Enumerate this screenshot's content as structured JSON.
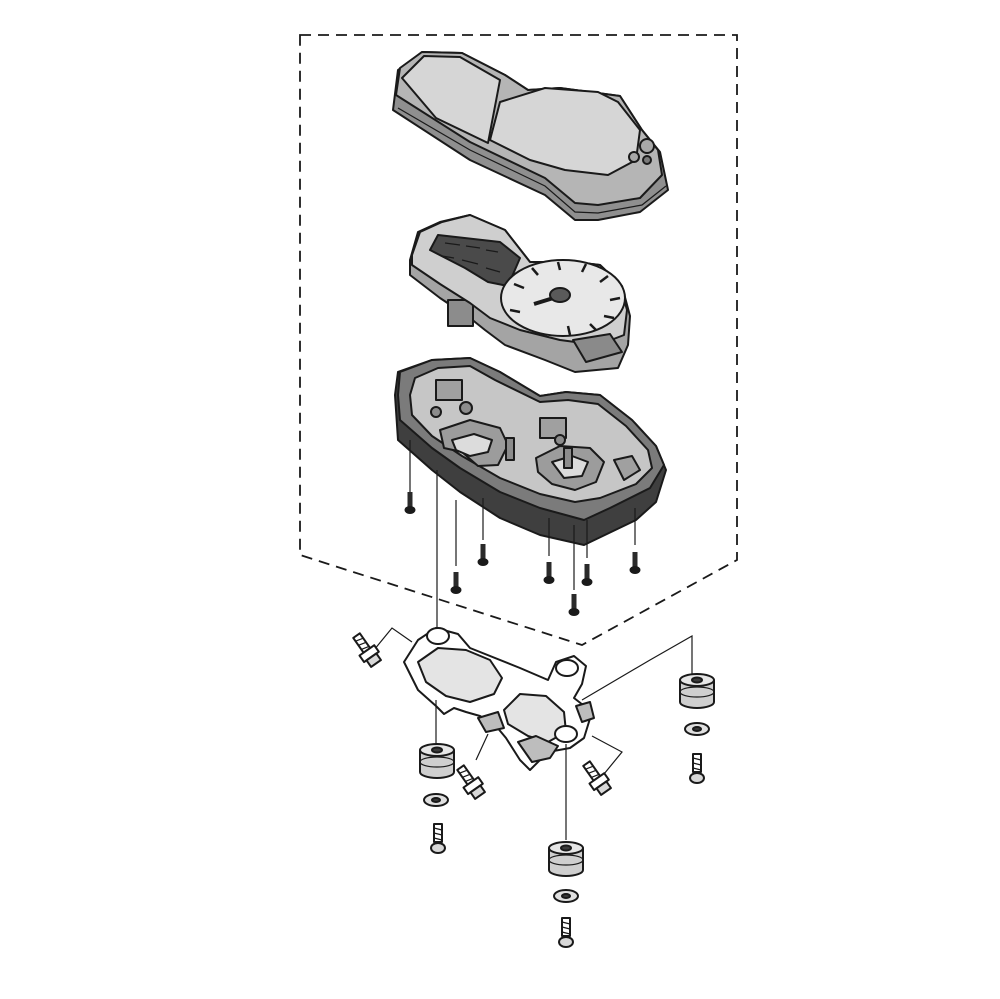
{
  "diagram": {
    "type": "exploded-parts-view",
    "subject": "instrument-cluster",
    "colors": {
      "background": "#ffffff",
      "outline": "#1a1a1a",
      "part_light": "#d4d4d4",
      "part_mid": "#a9a9a9",
      "part_dark": "#6e6e6e",
      "part_darkest": "#3c3c3c"
    },
    "parts": [
      "cover-lens",
      "gauge-face",
      "lower-housing",
      "housing-screw",
      "mounting-bracket",
      "bracket-bolt",
      "rubber-grommet",
      "washer",
      "mounting-screw"
    ]
  }
}
